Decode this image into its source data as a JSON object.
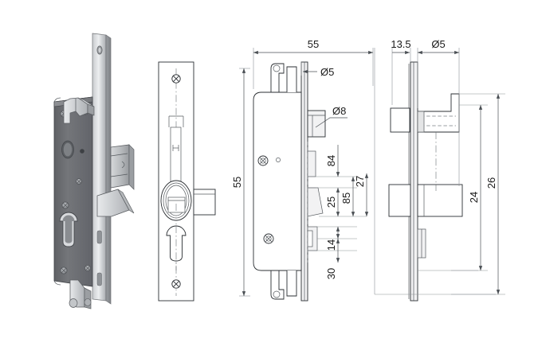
{
  "drawing": {
    "title": "Mortise lock body technical drawing",
    "background_color": "#ffffff",
    "line_color": "#2b2f33",
    "dimension_text_color": "#1a1a1a",
    "views": [
      {
        "name": "isometric-3d-view",
        "label": ""
      },
      {
        "name": "front-faceplate-view",
        "label": ""
      },
      {
        "name": "side-section-view",
        "label": ""
      },
      {
        "name": "edge-profile-view",
        "label": ""
      }
    ],
    "body_color": "#6e7074",
    "faceplate_color": "#b9bbbe",
    "highlight_color": "#d9dadc"
  },
  "dimensions": {
    "top_width_55": "55",
    "top_offset_13_5": "13.5",
    "hole_dia_5_top": "Ø5",
    "hole_dia_5_leader": "Ø5",
    "hole_dia_8_leader": "Ø8",
    "left_height_55": "55",
    "v_84": "84",
    "v_25": "25",
    "v_85": "85",
    "v_27": "27",
    "v_14": "14",
    "v_30": "30",
    "r_24": "24",
    "r_26": "26"
  }
}
